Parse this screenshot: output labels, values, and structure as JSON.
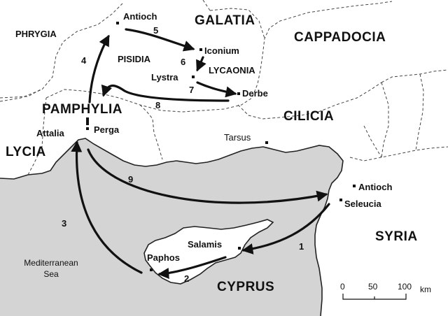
{
  "regions": {
    "phrygia": "PHRYGIA",
    "galatia": "GALATIA",
    "cappadocia": "CAPPADOCIA",
    "pisidia": "PISIDIA",
    "lycaonia": "LYCAONIA",
    "pamphylia": "PAMPHYLIA",
    "cilicia": "CILICIA",
    "lycia": "LYCIA",
    "syria": "SYRIA",
    "cyprus": "CYPRUS"
  },
  "cities": {
    "antioch_pisidia": "Antioch",
    "iconium": "Iconium",
    "lystra": "Lystra",
    "derbe": "Derbe",
    "attalia": "Attalia",
    "perga": "Perga",
    "tarsus": "Tarsus",
    "antioch_syria": "Antioch",
    "seleucia": "Seleucia",
    "salamis": "Salamis",
    "paphos": "Paphos"
  },
  "sea": {
    "line1": "Mediterranean",
    "line2": "Sea"
  },
  "route_steps": [
    "1",
    "2",
    "3",
    "4",
    "5",
    "6",
    "7",
    "8",
    "9"
  ],
  "scale": {
    "ticks": [
      "0",
      "50",
      "100"
    ],
    "unit": "km"
  },
  "colors": {
    "sea": "#d4d4d4",
    "land": "#ffffff",
    "coast": "#222222",
    "border": "#444444",
    "route": "#111111"
  }
}
